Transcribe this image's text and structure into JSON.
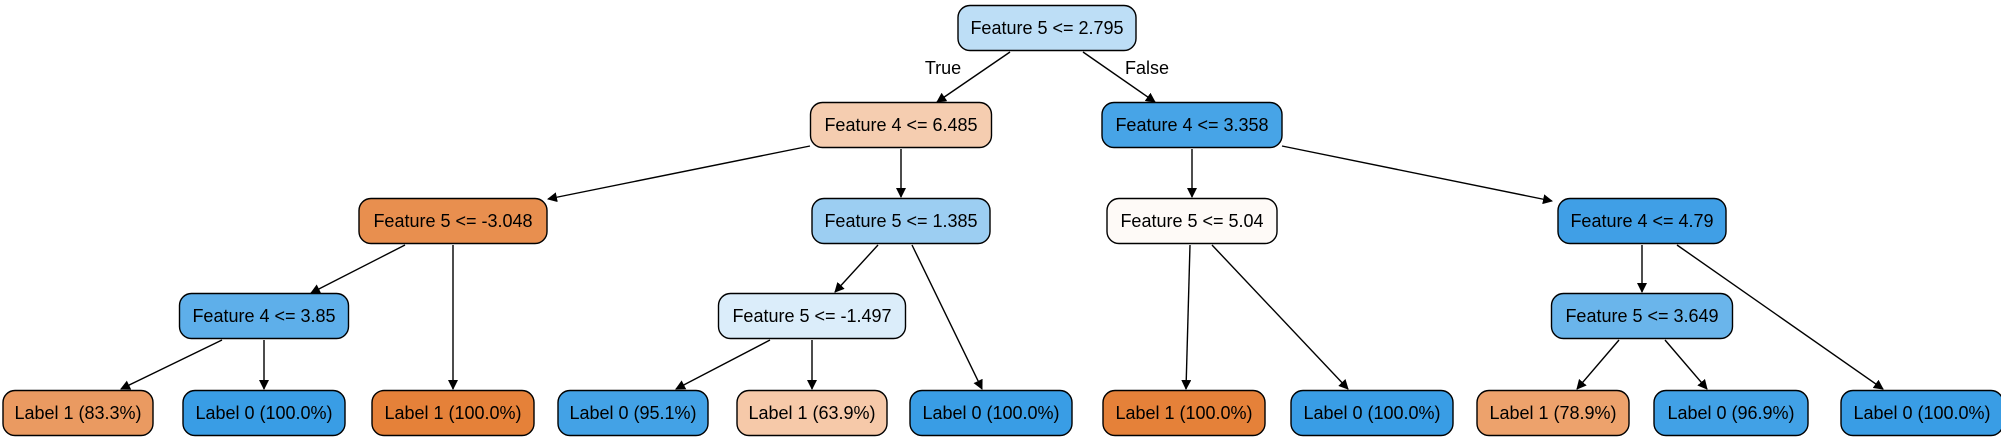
{
  "diagram": {
    "type": "decision-tree",
    "nodes": [
      {
        "id": "n0",
        "text": "Feature 5 <= 2.795",
        "fill": "#bddef6"
      },
      {
        "id": "n1",
        "text": "Feature 4 <= 6.485",
        "fill": "#f5cdb0"
      },
      {
        "id": "n2",
        "text": "Feature 4 <= 3.358",
        "fill": "#47a4e7"
      },
      {
        "id": "n3",
        "text": "Feature 5 <= -3.048",
        "fill": "#e88f4f"
      },
      {
        "id": "n4",
        "text": "Feature 5 <= 1.385",
        "fill": "#9ccef2"
      },
      {
        "id": "n5",
        "text": "Feature 5 <= 5.04",
        "fill": "#fefaf7"
      },
      {
        "id": "n6",
        "text": "Feature 4 <= 4.79",
        "fill": "#409fe6"
      },
      {
        "id": "n7",
        "text": "Feature 4 <= 3.85",
        "fill": "#5eafea"
      },
      {
        "id": "n8",
        "text": "Feature 5 <= -1.497",
        "fill": "#dbedfa"
      },
      {
        "id": "n9",
        "text": "Feature 5 <= 3.649",
        "fill": "#6ab5eb"
      },
      {
        "id": "n10",
        "text": "Label 1 (83.3%)",
        "fill": "#ea9a61"
      },
      {
        "id": "n11",
        "text": "Label 0 (100.0%)",
        "fill": "#399de5"
      },
      {
        "id": "n12",
        "text": "Label 1 (100.0%)",
        "fill": "#e58139"
      },
      {
        "id": "n13",
        "text": "Label 0 (95.1%)",
        "fill": "#43a2e6"
      },
      {
        "id": "n14",
        "text": "Label 1 (63.9%)",
        "fill": "#f6c9a9"
      },
      {
        "id": "n15",
        "text": "Label 0 (100.0%)",
        "fill": "#399de5"
      },
      {
        "id": "n16",
        "text": "Label 1 (100.0%)",
        "fill": "#e58139"
      },
      {
        "id": "n17",
        "text": "Label 0 (100.0%)",
        "fill": "#399de5"
      },
      {
        "id": "n18",
        "text": "Label 1 (78.9%)",
        "fill": "#eda26c"
      },
      {
        "id": "n19",
        "text": "Label 0 (96.9%)",
        "fill": "#41a1e6"
      },
      {
        "id": "n20",
        "text": "Label 0 (100.0%)",
        "fill": "#399de5"
      }
    ],
    "edges": [
      {
        "from": "n0",
        "to": "n1",
        "label": "True"
      },
      {
        "from": "n0",
        "to": "n2",
        "label": "False"
      },
      {
        "from": "n1",
        "to": "n3"
      },
      {
        "from": "n1",
        "to": "n4"
      },
      {
        "from": "n2",
        "to": "n5"
      },
      {
        "from": "n2",
        "to": "n6"
      },
      {
        "from": "n3",
        "to": "n7"
      },
      {
        "from": "n3",
        "to": "n12"
      },
      {
        "from": "n4",
        "to": "n8"
      },
      {
        "from": "n4",
        "to": "n15"
      },
      {
        "from": "n5",
        "to": "n16"
      },
      {
        "from": "n5",
        "to": "n17"
      },
      {
        "from": "n6",
        "to": "n9"
      },
      {
        "from": "n6",
        "to": "n20"
      },
      {
        "from": "n7",
        "to": "n10"
      },
      {
        "from": "n7",
        "to": "n11"
      },
      {
        "from": "n8",
        "to": "n13"
      },
      {
        "from": "n8",
        "to": "n14"
      },
      {
        "from": "n9",
        "to": "n18"
      },
      {
        "from": "n9",
        "to": "n19"
      }
    ]
  }
}
